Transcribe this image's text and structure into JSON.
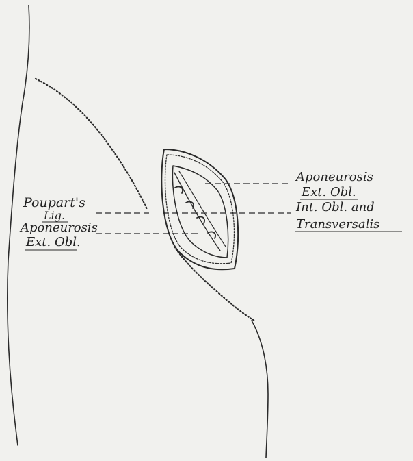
{
  "labels": {
    "poupart": "Poupart's",
    "poupart_lig": "Lig.",
    "aponeurosis_left_1": "Aponeurosis",
    "aponeurosis_left_2": "Ext. Obl.",
    "aponeurosis_right_1": "Aponeurosis",
    "aponeurosis_right_2": "Ext. Obl.",
    "int_obl_1": "Int. Obl. and",
    "int_obl_2": "Transversalis"
  },
  "colors": {
    "background": "#f1f1ee",
    "ink": "#2b2b2b"
  }
}
